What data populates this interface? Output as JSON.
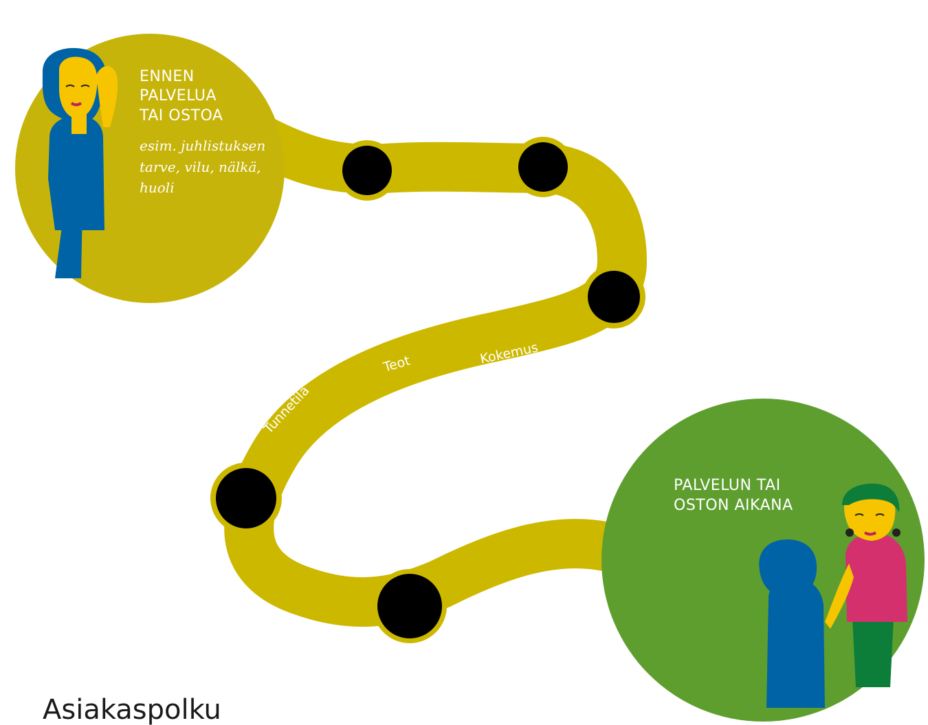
{
  "title": "Asiakaspolku",
  "stage_before": {
    "line1": "ENNEN",
    "line2": "PALVELUA",
    "line3": "TAI OSTOA",
    "example_line1": "esim. juhlistuksen",
    "example_line2": "tarve, vilu, nälkä,",
    "example_line3": "huoli"
  },
  "stage_during": {
    "line1": "PALVELUN TAI",
    "line2": "OSTON AIKANA"
  },
  "path_labels": {
    "tunnetila": "Tunnetila",
    "teot": "Teot",
    "kokemus": "Kokemus"
  },
  "colors": {
    "path": "#cdb800",
    "before_circle": "#c7b40a",
    "during_circle": "#5e9e2f",
    "touchpoint": "#000000",
    "person_blue": "#0063a6",
    "skin": "#f7c500",
    "shirt_pink": "#d4306e",
    "pants_green": "#0c7e3a"
  }
}
